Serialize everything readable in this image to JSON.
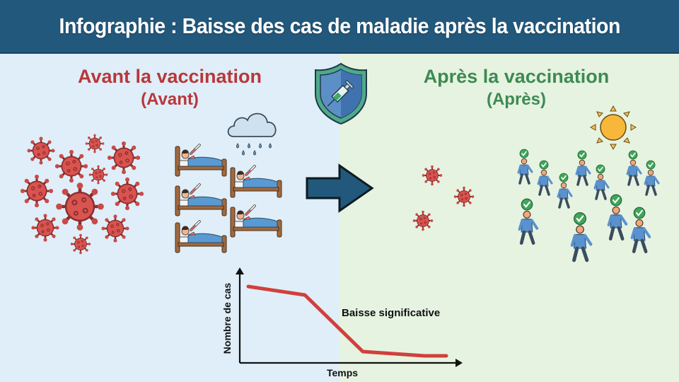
{
  "banner": {
    "title": "Infographie : Baisse des cas de maladie après la vaccination",
    "background_color": "#22587c"
  },
  "before": {
    "title": "Avant la vaccination",
    "subtitle": "(Avant)",
    "color": "#b8373a",
    "background_color": "#dfeef8",
    "icons": [
      "virus-cluster-icon",
      "hospital-beds-sick-patients-icon",
      "rain-cloud-icon"
    ],
    "virus_count": 13,
    "sick_patient_count": 5
  },
  "center": {
    "shield_icon": "shield-syringe-icon",
    "arrow_icon": "right-arrow-icon",
    "arrow_color": "#22587c"
  },
  "after": {
    "title": "Après la vaccination",
    "subtitle": "(Après)",
    "color": "#3e8a52",
    "background_color": "#e6f3e1",
    "icons": [
      "few-viruses-icon",
      "healthy-people-checkmark-icon",
      "sun-icon"
    ],
    "virus_count": 3,
    "healthy_people_count": 13
  },
  "chart_data": {
    "type": "line",
    "title": "",
    "xlabel": "Temps",
    "ylabel": "Nombre de cas",
    "annotation": "Baisse significative",
    "x": [
      0,
      1,
      2,
      3
    ],
    "values": [
      90,
      80,
      10,
      8
    ],
    "series": [
      {
        "name": "Nombre de cas",
        "color": "#d0403c",
        "values": [
          90,
          80,
          10,
          8
        ]
      }
    ],
    "ylim": [
      0,
      100
    ],
    "grid": false,
    "legend": false
  }
}
